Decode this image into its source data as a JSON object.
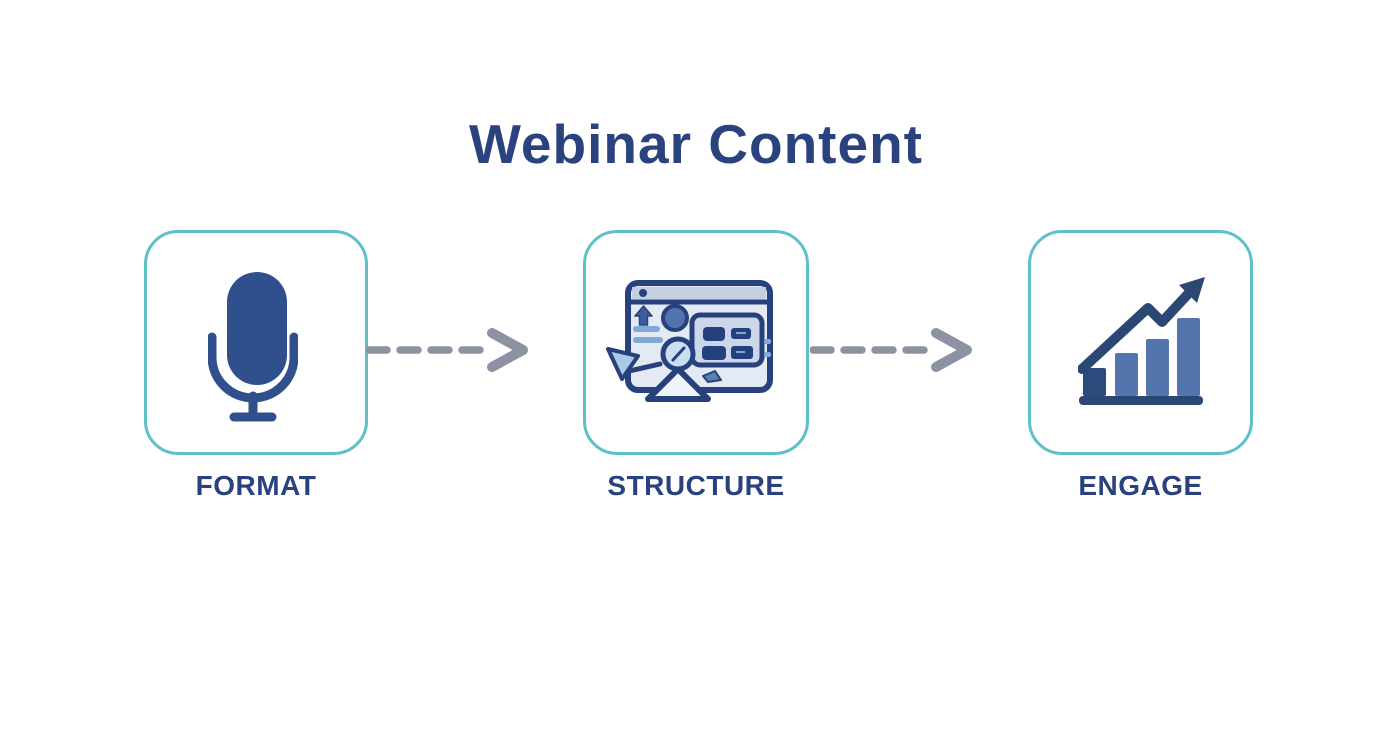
{
  "title": {
    "text": "Webinar Content"
  },
  "steps": [
    {
      "label": "FORMAT",
      "icon": "microphone-icon"
    },
    {
      "label": "STRUCTURE",
      "icon": "webpage-wireframe-icon"
    },
    {
      "label": "ENGAGE",
      "icon": "growth-bar-chart-icon"
    }
  ],
  "connectors": [
    {
      "style": "dashed",
      "direction": "right"
    },
    {
      "style": "dashed",
      "direction": "right"
    }
  ],
  "colors": {
    "background": "#ffffff",
    "title_text": "#2A437F",
    "label_text": "#29427F",
    "card_border": "#5FC0CA",
    "icon_navy": "#26417C",
    "icon_mic_blue": "#30508D",
    "icon_medium_blue": "#5474AD",
    "icon_light_blue": "#C9DFF2",
    "icon_fill_light": "#E4EAF3",
    "icon_header_fill": "#C3CFE2",
    "bar_dark": "#2B4875",
    "arrow_gray": "#8B92A2"
  }
}
